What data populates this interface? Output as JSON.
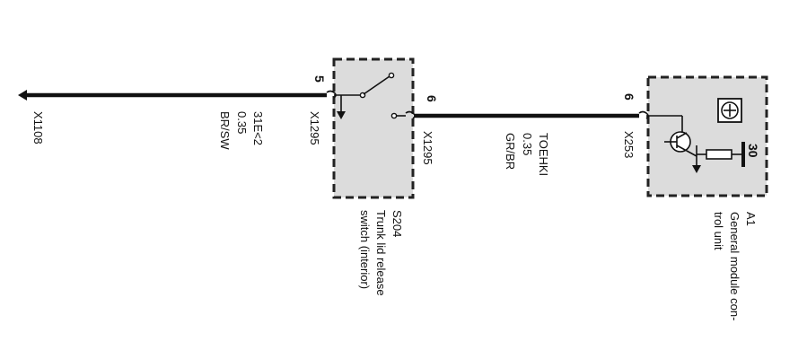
{
  "wires": [
    {
      "from": "X1108",
      "to": "X1295",
      "labels": [
        "31E<2",
        "0.35",
        "BR/SW"
      ]
    },
    {
      "from": "X1295",
      "to": "X253",
      "labels": [
        "TOEHKI",
        "0.35",
        "GR/BR"
      ]
    }
  ],
  "connectors": {
    "x1108": "X1108",
    "x1295_in": "X1295",
    "x1295_out": "X1295",
    "x253": "X253"
  },
  "pins": {
    "s204_in": "5",
    "s204_out": "6",
    "a1_in": "6",
    "a1_out": "30"
  },
  "components": {
    "s204": {
      "code": "S204",
      "lines": [
        "Trunk lid release",
        "switch (interior)"
      ]
    },
    "a1": {
      "code": "A1",
      "lines": [
        "General module con-",
        "trol unit"
      ]
    }
  }
}
